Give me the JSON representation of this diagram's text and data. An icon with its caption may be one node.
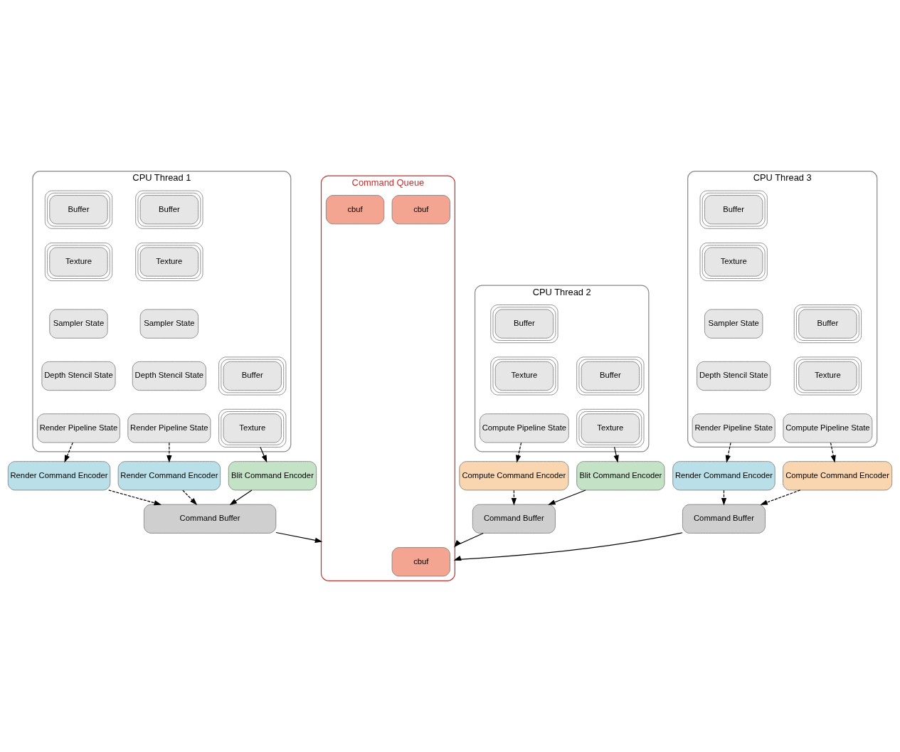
{
  "diagram": {
    "nodes": [
      {
        "text": [
          "CPU Thread 1"
        ]
      },
      {
        "text": [
          "Buffer"
        ],
        "in": 0
      },
      {
        "text": [
          "Texture"
        ],
        "in": 0
      },
      {
        "text": [
          "Sampler State"
        ],
        "in": 0
      },
      {
        "text": [
          "Depth Stencil State"
        ],
        "in": 0
      },
      {
        "text": [
          "Render Pipeline State"
        ],
        "in": 0
      },
      {
        "text": [
          "Buffer"
        ],
        "in": 0
      },
      {
        "text": [
          "Texture"
        ],
        "in": 0
      },
      {
        "text": [
          "Sampler State"
        ],
        "in": 0
      },
      {
        "text": [
          "Depth Stencil State"
        ],
        "in": 0
      },
      {
        "text": [
          "Render Pipeline State"
        ],
        "in": 0
      },
      {
        "text": [
          "Buffer"
        ],
        "in": 0
      },
      {
        "text": [
          "Texture"
        ],
        "in": 0
      },
      {
        "text": [
          "CPU Thread 2"
        ]
      },
      {
        "text": [
          "Buffer"
        ],
        "in": 13
      },
      {
        "text": [
          "Texture"
        ],
        "in": 13
      },
      {
        "text": [
          "Compute Pipeline State"
        ],
        "in": 13
      },
      {
        "text": [
          "Buffer"
        ],
        "in": 13
      },
      {
        "text": [
          "Texture"
        ],
        "in": 13
      },
      {
        "text": [
          "CPU Thread 3"
        ]
      },
      {
        "text": [
          "Buffer"
        ],
        "in": 19
      },
      {
        "text": [
          "Texture"
        ],
        "in": 19
      },
      {
        "text": [
          "Sampler State"
        ],
        "in": 19
      },
      {
        "text": [
          "Depth Stencil State"
        ],
        "in": 19
      },
      {
        "text": [
          "Render Pipeline State"
        ],
        "in": 19
      },
      {
        "text": [
          "Buffer"
        ],
        "in": 19
      },
      {
        "text": [
          "Texture"
        ],
        "in": 19
      },
      {
        "text": [
          "Compute Pipeline State"
        ],
        "in": 19
      },
      {
        "text": [
          "Render Command Encoder"
        ]
      },
      {
        "text": [
          "Render Command Encoder"
        ]
      },
      {
        "text": [
          "Blit Command Encoder"
        ]
      },
      {
        "text": [
          "Compute Command Encoder"
        ]
      },
      {
        "text": [
          "Blit Command Encoder"
        ]
      },
      {
        "text": [
          "Render Command Encoder"
        ]
      },
      {
        "text": [
          "Compute Command Encoder"
        ]
      },
      {
        "text": [
          "Command Buffer"
        ]
      },
      {
        "text": [
          "Command Buffer"
        ]
      },
      {
        "text": [
          "Command Buffer"
        ]
      },
      {
        "text": [
          "Command Queue"
        ]
      },
      {
        "text": [
          "cbuf"
        ],
        "in": 38
      },
      {
        "text": [
          "cbuf"
        ],
        "in": 38
      },
      {
        "text": [
          "cbuf"
        ],
        "in": 38
      }
    ],
    "edges": [
      {
        "from": 5,
        "to": 28,
        "arrow": "to",
        "style": "dashed"
      },
      {
        "from": 10,
        "to": 29,
        "arrow": "to",
        "style": "dashed"
      },
      {
        "from": 12,
        "to": 30,
        "arrow": "to"
      },
      {
        "from": 16,
        "to": 31,
        "arrow": "to",
        "style": "dashed"
      },
      {
        "from": 18,
        "to": 32,
        "arrow": "to"
      },
      {
        "from": 24,
        "to": 33,
        "arrow": "to",
        "style": "dashed"
      },
      {
        "from": 27,
        "to": 34,
        "arrow": "to",
        "style": "dashed"
      },
      {
        "from": 28,
        "to": 35,
        "arrow": "to",
        "style": "dashed"
      },
      {
        "from": 29,
        "to": 35,
        "arrow": "to",
        "style": "dashed"
      },
      {
        "from": 30,
        "to": 35,
        "arrow": "to"
      },
      {
        "from": 31,
        "to": 36,
        "arrow": "to",
        "style": "dashed"
      },
      {
        "from": 32,
        "to": 36,
        "arrow": "to"
      },
      {
        "from": 33,
        "to": 37,
        "arrow": "to",
        "style": "dashed"
      },
      {
        "from": 34,
        "to": 37,
        "arrow": "to",
        "style": "dashed"
      },
      {
        "from": 35,
        "to": 38,
        "arrow": "to"
      },
      {
        "from": 36,
        "to": 38,
        "arrow": "to"
      },
      {
        "from": 37,
        "to": 38,
        "arrow": "to"
      }
    ]
  }
}
